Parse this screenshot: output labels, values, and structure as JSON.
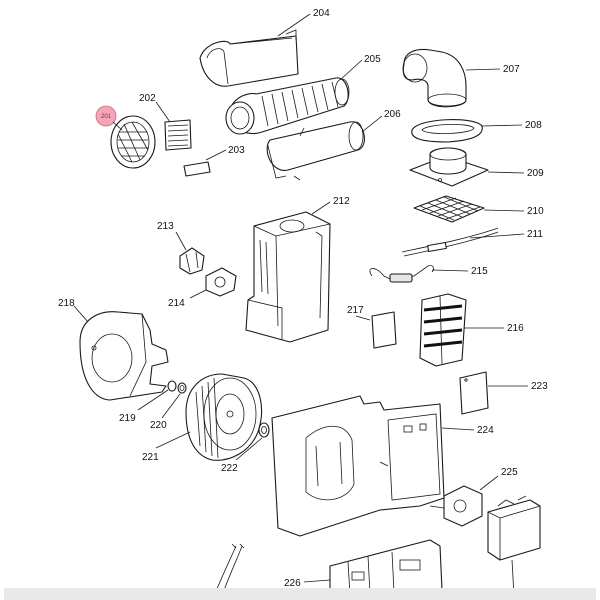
{
  "diagram": {
    "callouts": [
      {
        "id": "201",
        "text": "201"
      },
      {
        "id": "202",
        "text": "202"
      },
      {
        "id": "203",
        "text": "203"
      },
      {
        "id": "204",
        "text": "204"
      },
      {
        "id": "205",
        "text": "205"
      },
      {
        "id": "206",
        "text": "206"
      },
      {
        "id": "207",
        "text": "207"
      },
      {
        "id": "208",
        "text": "208"
      },
      {
        "id": "209",
        "text": "209"
      },
      {
        "id": "210",
        "text": "210"
      },
      {
        "id": "211",
        "text": "211"
      },
      {
        "id": "212",
        "text": "212"
      },
      {
        "id": "213",
        "text": "213"
      },
      {
        "id": "214",
        "text": "214"
      },
      {
        "id": "215",
        "text": "215"
      },
      {
        "id": "216",
        "text": "216"
      },
      {
        "id": "217",
        "text": "217"
      },
      {
        "id": "218",
        "text": "218"
      },
      {
        "id": "219",
        "text": "219"
      },
      {
        "id": "220",
        "text": "220"
      },
      {
        "id": "221",
        "text": "221"
      },
      {
        "id": "222",
        "text": "222"
      },
      {
        "id": "223",
        "text": "223"
      },
      {
        "id": "224",
        "text": "224"
      },
      {
        "id": "225",
        "text": "225"
      },
      {
        "id": "226",
        "text": "226"
      }
    ],
    "highlight_color": "#f2a7b8",
    "line_color": "#1a1a1a"
  }
}
